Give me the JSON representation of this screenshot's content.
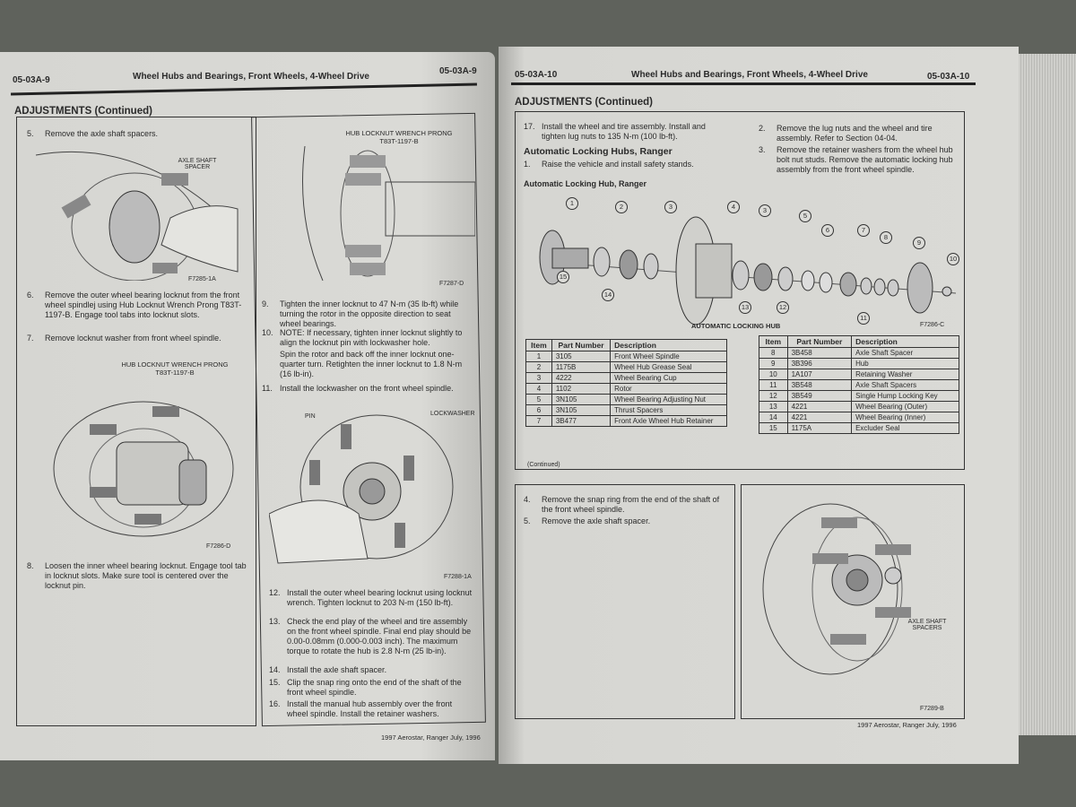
{
  "left_page": {
    "header_left": "05-03A-9",
    "header_title": "Wheel Hubs and Bearings, Front Wheels, 4-Wheel Drive",
    "header_right": "05-03A-9",
    "section": "ADJUSTMENTS (Continued)",
    "steps": [
      {
        "n": "5.",
        "text": "Remove the axle shaft spacers."
      },
      {
        "n": "6.",
        "text": "Remove the outer wheel bearing locknut from the front wheel spindlej using Hub Locknut Wrench Prong T83T-1197-B. Engage tool tabs into locknut slots."
      },
      {
        "n": "7.",
        "text": "Remove locknut washer from front wheel spindle."
      },
      {
        "n": "8.",
        "text": "Loosen the inner wheel bearing locknut. Engage tool tab in locknut slots. Make sure tool is centered over the locknut pin."
      },
      {
        "n": "9.",
        "text": "Tighten the inner locknut to 47 N-m (35 lb-ft) while turning the rotor in the opposite direction to seat wheel bearings."
      },
      {
        "n": "10.",
        "text": "NOTE: If necessary, tighten inner locknut slightly to align the locknut pin with lockwasher hole."
      },
      {
        "n": "",
        "text": "Spin the rotor and back off the inner locknut one-quarter turn. Retighten the inner locknut to 1.8 N-m (16 lb-in)."
      },
      {
        "n": "11.",
        "text": "Install the lockwasher on the front wheel spindle."
      },
      {
        "n": "12.",
        "text": "Install the outer wheel bearing locknut using locknut wrench. Tighten locknut to 203 N-m (150 lb-ft)."
      },
      {
        "n": "13.",
        "text": "Check the end play of the wheel and tire assembly on the front wheel spindle. Final end play should be 0.00-0.08mm (0.000-0.003 inch). The maximum torque to rotate the hub is 2.8 N-m (25 lb-in)."
      },
      {
        "n": "14.",
        "text": "Install the axle shaft spacer."
      },
      {
        "n": "15.",
        "text": "Clip the snap ring onto the end of the shaft of the front wheel spindle."
      },
      {
        "n": "16.",
        "text": "Install the manual hub assembly over the front wheel spindle. Install the retainer washers."
      }
    ],
    "figures": {
      "f1": "F7285-1A",
      "f1_label": "AXLE SHAFT SPACER",
      "f2": "F7287-D",
      "f2_label": "HUB LOCKNUT WRENCH PRONG T83T-1197-B",
      "f3": "F7286-D",
      "f3_label": "HUB LOCKNUT WRENCH PRONG T83T-1197-B",
      "f4": "F7288-1A",
      "f4_label_a": "PIN",
      "f4_label_b": "LOCKWASHER"
    },
    "footer": "1997 Aerostar, Ranger July, 1996"
  },
  "right_page": {
    "header_left": "05-03A-10",
    "header_title": "Wheel Hubs and Bearings, Front Wheels, 4-Wheel Drive",
    "header_right": "05-03A-10",
    "section": "ADJUSTMENTS (Continued)",
    "step17": {
      "n": "17.",
      "text": "Install the wheel and tire assembly. Install and tighten lug nuts to 135 N-m (100 lb-ft)."
    },
    "subhead": "Automatic Locking Hubs, Ranger",
    "step1": {
      "n": "1.",
      "text": "Raise the vehicle and install safety stands."
    },
    "step2": {
      "n": "2.",
      "text": "Remove the lug nuts and the wheel and tire assembly. Refer to Section 04-04."
    },
    "step3": {
      "n": "3.",
      "text": "Remove the retainer washers from the wheel hub bolt nut studs. Remove the automatic locking hub assembly from the front wheel spindle."
    },
    "diagram_title": "Automatic Locking Hub, Ranger",
    "diagram_caption": "AUTOMATIC LOCKING HUB",
    "diagram_code": "F7286-C",
    "callouts": [
      "1",
      "2",
      "3",
      "4",
      "3",
      "5",
      "6",
      "7",
      "8",
      "9",
      "10",
      "11",
      "12",
      "13",
      "14",
      "15"
    ],
    "table_headers": {
      "item": "Item",
      "part": "Part Number",
      "desc": "Description"
    },
    "table_left": [
      [
        "1",
        "3105",
        "Front Wheel Spindle"
      ],
      [
        "2",
        "1175B",
        "Wheel Hub Grease Seal"
      ],
      [
        "3",
        "4222",
        "Wheel Bearing Cup"
      ],
      [
        "4",
        "1102",
        "Rotor"
      ],
      [
        "5",
        "3N105",
        "Wheel Bearing Adjusting Nut"
      ],
      [
        "6",
        "3N105",
        "Thrust Spacers"
      ],
      [
        "7",
        "3B477",
        "Front Axle Wheel Hub Retainer"
      ]
    ],
    "table_right": [
      [
        "8",
        "3B458",
        "Axle Shaft Spacer"
      ],
      [
        "9",
        "3B396",
        "Hub"
      ],
      [
        "10",
        "1A107",
        "Retaining Washer"
      ],
      [
        "11",
        "3B548",
        "Axle Shaft Spacers"
      ],
      [
        "12",
        "3B549",
        "Single Hump Locking Key"
      ],
      [
        "13",
        "4221",
        "Wheel Bearing (Outer)"
      ],
      [
        "14",
        "4221",
        "Wheel Bearing (Inner)"
      ],
      [
        "15",
        "1175A",
        "Excluder Seal"
      ]
    ],
    "continued": "(Continued)",
    "step4": {
      "n": "4.",
      "text": "Remove the snap ring from the end of the shaft of the front wheel spindle."
    },
    "step5": {
      "n": "5.",
      "text": "Remove the axle shaft spacer."
    },
    "fig_label": "AXLE SHAFT SPACERS",
    "fig_code": "F7289-B",
    "footer": "1997 Aerostar, Ranger July, 1996"
  }
}
